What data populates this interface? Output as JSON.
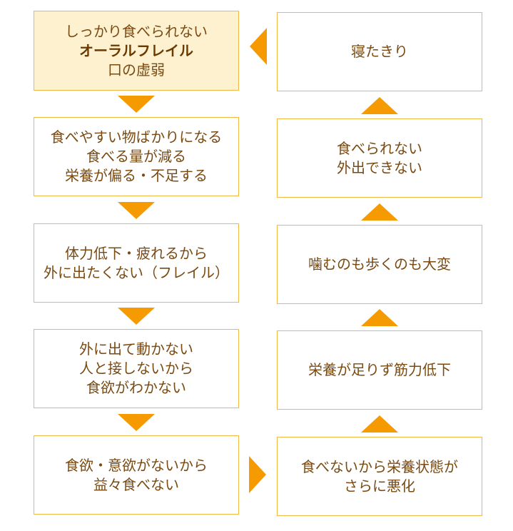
{
  "left_column": [
    {
      "lines": [
        "しっかり食べられない",
        "オーラルフレイル",
        "口の虚弱"
      ]
    },
    {
      "lines": [
        "食べやすい物ばかりになる",
        "食べる量が減る",
        "栄養が偏る・不足する"
      ]
    },
    {
      "lines": [
        "体力低下・疲れるから",
        "外に出たくない（フレイル）"
      ]
    },
    {
      "lines": [
        "外に出て動かない",
        "人と接しないから",
        "食欲がわかない"
      ]
    },
    {
      "lines": [
        "食欲・意欲がないから",
        "益々食べない"
      ]
    }
  ],
  "right_column": [
    {
      "lines": [
        "寝たきり"
      ]
    },
    {
      "lines": [
        "食べられない",
        "外出できない"
      ]
    },
    {
      "lines": [
        "噛むのも歩くのも大変"
      ]
    },
    {
      "lines": [
        "栄養が足りず筋力低下"
      ]
    },
    {
      "lines": [
        "食べないから栄養状態が",
        "さらに悪化"
      ]
    }
  ],
  "colors": {
    "accent": "#f59a00",
    "border": "#f0b845",
    "text": "#7a4a12",
    "highlight_bg": "#fdf1cf"
  }
}
